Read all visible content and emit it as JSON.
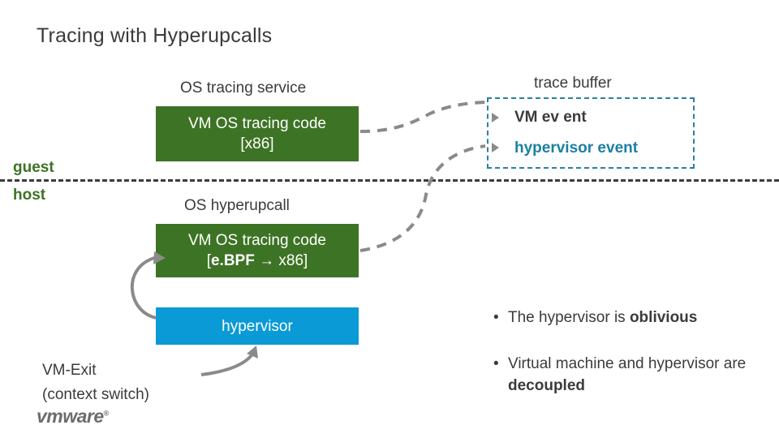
{
  "slide": {
    "title": "Tracing with Hyperupcalls",
    "logo": "vmware",
    "logo_mark": "®"
  },
  "labels": {
    "os_tracing_service": "OS tracing service",
    "os_hyperupcall": "OS hyperupcall",
    "trace_buffer": "trace buffer",
    "guest": "guest",
    "host": "host",
    "vm_exit_line1": "VM-Exit",
    "vm_exit_line2": "(context switch)"
  },
  "boxes": {
    "vm_os_tracing_code_x86": {
      "line1": "VM OS tracing code",
      "line2": "[x86]",
      "color": "#3d7324"
    },
    "vm_os_tracing_code_ebpf": {
      "line1": "VM OS tracing code",
      "line2_pre": "[",
      "line2_bold": "e.BPF",
      "line2_arrow": " → ",
      "line2_post": "x86]",
      "color": "#3d7324"
    },
    "hypervisor": {
      "label": "hypervisor",
      "color": "#0a9ad6"
    }
  },
  "trace_buffer_panel": {
    "border_color": "#2c7fa8",
    "entries": [
      {
        "label": "VM ev ent",
        "color": "#3b3b3b"
      },
      {
        "label": "hypervisor event",
        "color": "#1b7fa3"
      }
    ]
  },
  "bullets": [
    {
      "pre": "The hypervisor is ",
      "bold": "oblivious",
      "post": ""
    },
    {
      "pre": "Virtual machine and hypervisor are ",
      "bold": "decoupled",
      "post": ""
    }
  ]
}
